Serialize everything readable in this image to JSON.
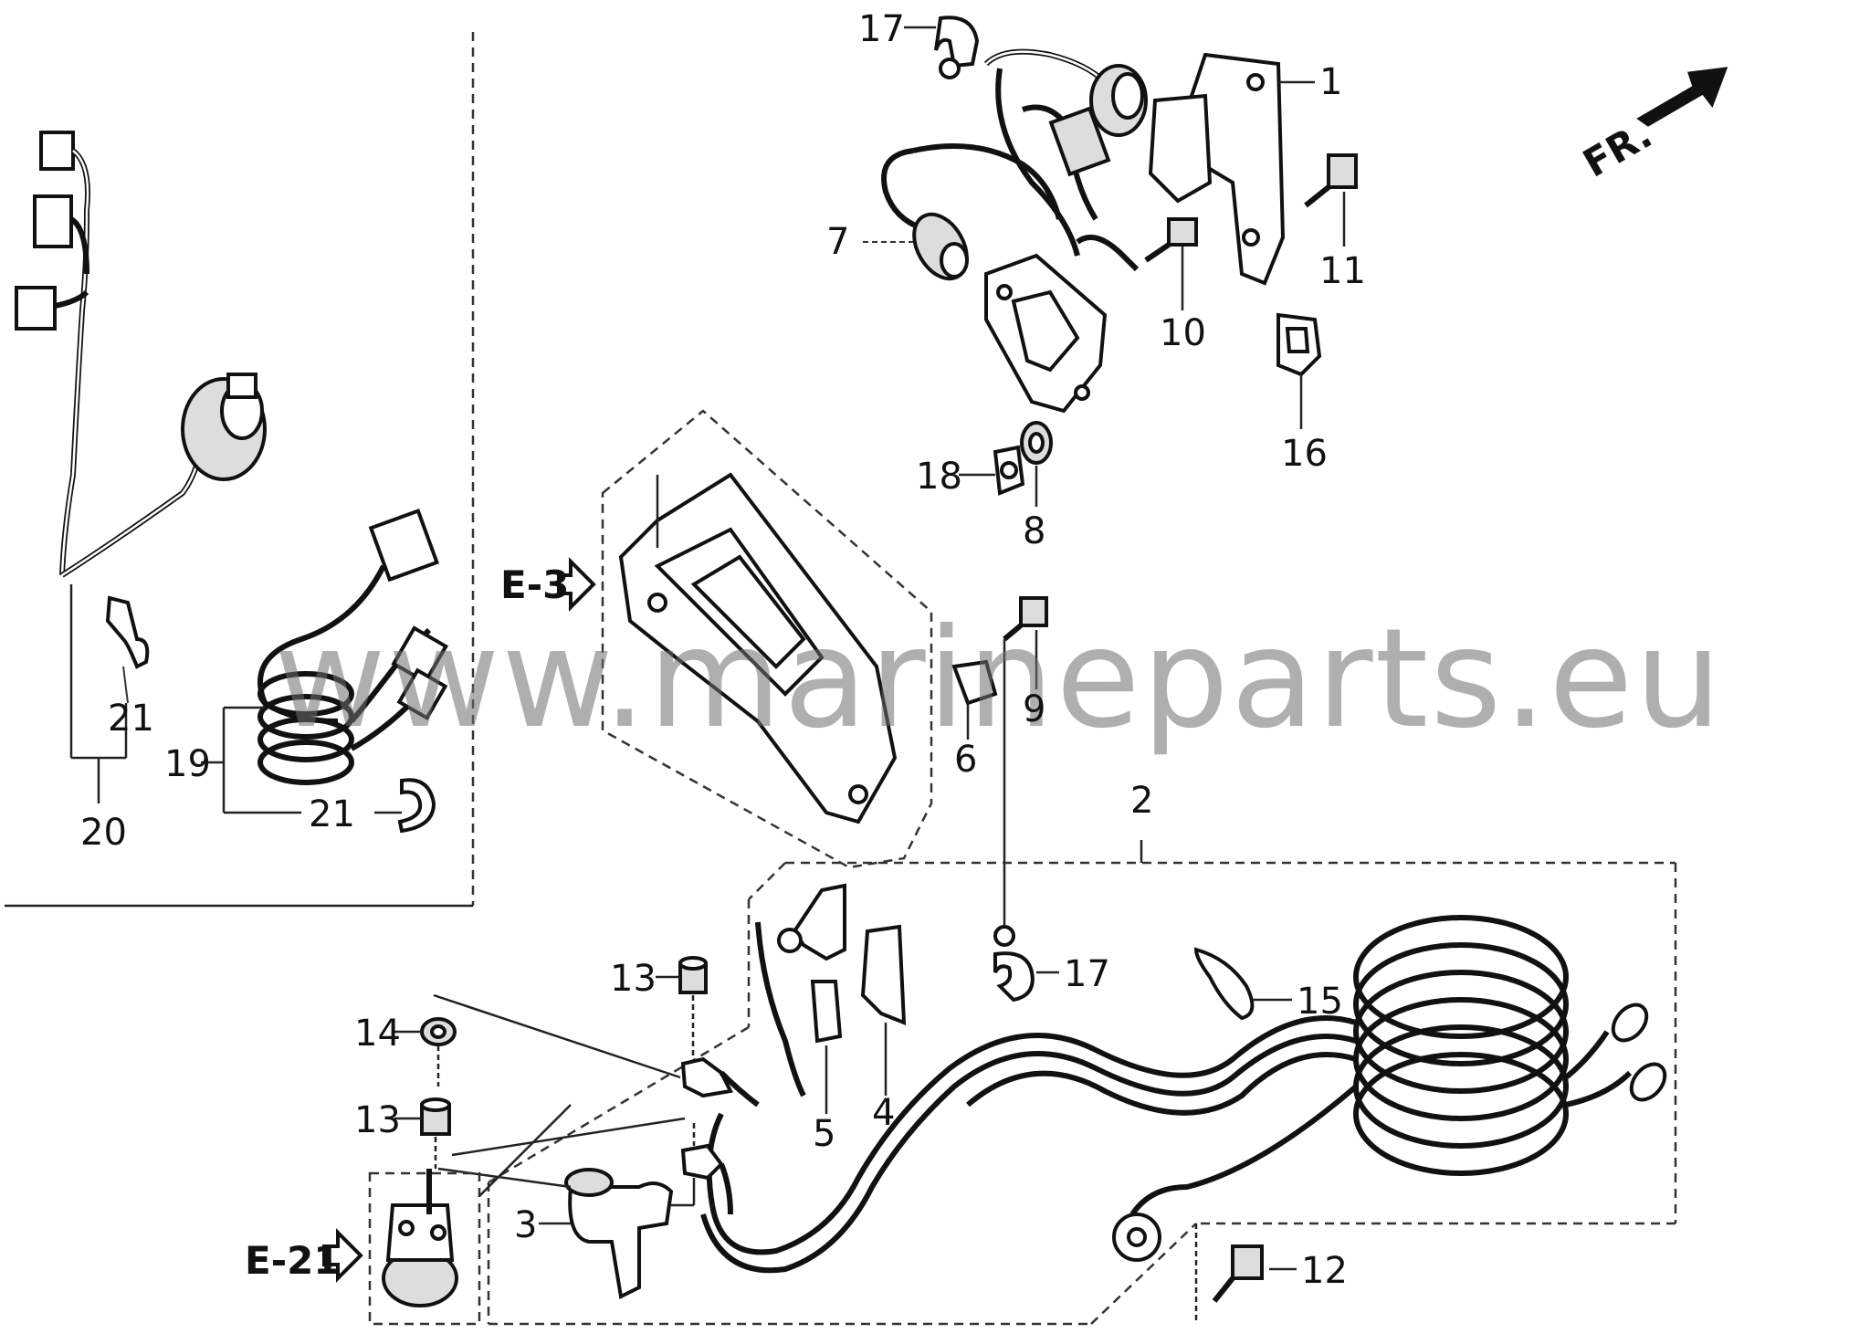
{
  "watermark": "www.marineparts.eu",
  "direction_label": "FR.",
  "references": {
    "e3": "E-3",
    "e21": "E-21"
  },
  "callouts": {
    "c1": "1",
    "c2": "2",
    "c3": "3",
    "c4": "4",
    "c5": "5",
    "c6": "6",
    "c7": "7",
    "c8": "8",
    "c9": "9",
    "c10": "10",
    "c11": "11",
    "c12": "12",
    "c13a": "13",
    "c13b": "13",
    "c14": "14",
    "c15": "15",
    "c16": "16",
    "c17a": "17",
    "c17b": "17",
    "c18": "18",
    "c19": "19",
    "c20": "20",
    "c21a": "21",
    "c21b": "21"
  }
}
